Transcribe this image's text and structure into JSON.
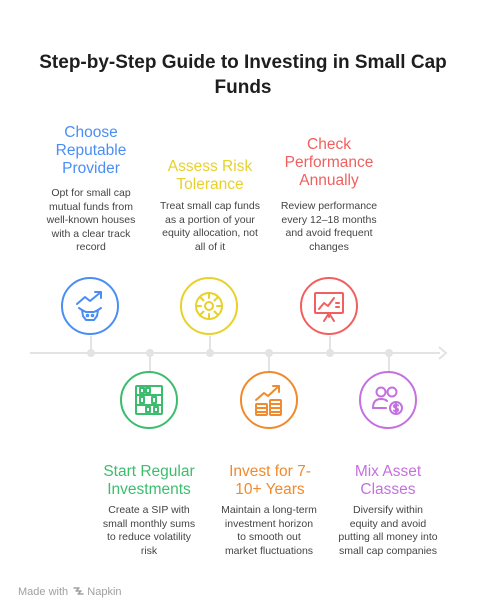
{
  "title": "Step-by-Step Guide to Investing in Small Cap Funds",
  "steps": [
    {
      "title": "Choose Reputable Provider",
      "desc": "Opt for small cap mutual funds from well-known houses with a clear track record",
      "color": "#4a8ef5",
      "icon": "bull-chart-icon"
    },
    {
      "title": "Assess Risk Tolerance",
      "desc": "Treat small cap funds as a portion of your equity allocation, not all of it",
      "color": "#e8d12a",
      "icon": "dial-gauge-icon"
    },
    {
      "title": "Check Performance Annually",
      "desc": "Review performance every 12–18 months and avoid frequent changes",
      "color": "#f0605e",
      "icon": "presentation-chart-icon"
    },
    {
      "title": "Start Regular Investments",
      "desc": "Create a SIP with small monthly sums to reduce volatility risk",
      "color": "#3cbd6e",
      "icon": "abacus-icon"
    },
    {
      "title": "Invest for 7-10+ Years",
      "desc": "Maintain a long-term investment horizon to smooth out market fluctuations",
      "color": "#f08a2c",
      "icon": "coins-growth-icon"
    },
    {
      "title": "Mix Asset Classes",
      "desc": "Diversify within equity and avoid putting all money into small cap companies",
      "color": "#c471e0",
      "icon": "people-dollar-icon"
    }
  ],
  "footer": {
    "made_with": "Made with",
    "brand": "Napkin"
  }
}
